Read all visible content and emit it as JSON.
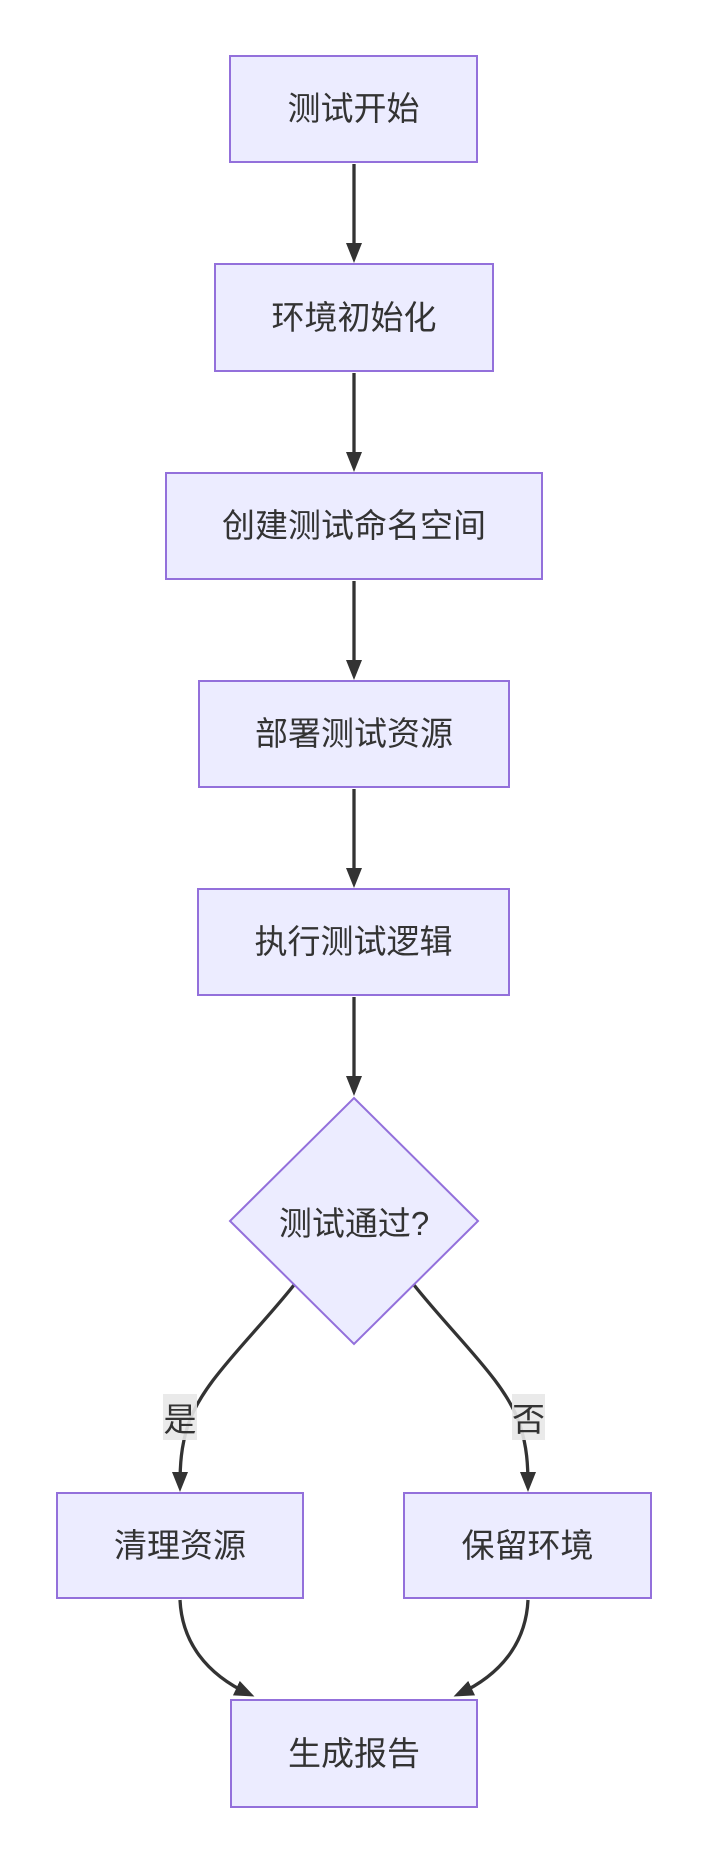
{
  "diagram": {
    "type": "flowchart",
    "direction": "top-down",
    "nodes": [
      {
        "id": "start",
        "label": "测试开始",
        "shape": "rect"
      },
      {
        "id": "init",
        "label": "环境初始化",
        "shape": "rect"
      },
      {
        "id": "namespace",
        "label": "创建测试命名空间",
        "shape": "rect"
      },
      {
        "id": "deploy",
        "label": "部署测试资源",
        "shape": "rect"
      },
      {
        "id": "run",
        "label": "执行测试逻辑",
        "shape": "rect"
      },
      {
        "id": "passed",
        "label": "测试通过?",
        "shape": "diamond"
      },
      {
        "id": "cleanup",
        "label": "清理资源",
        "shape": "rect"
      },
      {
        "id": "keep",
        "label": "保留环境",
        "shape": "rect"
      },
      {
        "id": "report",
        "label": "生成报告",
        "shape": "rect"
      }
    ],
    "edges": [
      {
        "from": "start",
        "to": "init",
        "label": ""
      },
      {
        "from": "init",
        "to": "namespace",
        "label": ""
      },
      {
        "from": "namespace",
        "to": "deploy",
        "label": ""
      },
      {
        "from": "deploy",
        "to": "run",
        "label": ""
      },
      {
        "from": "run",
        "to": "passed",
        "label": ""
      },
      {
        "from": "passed",
        "to": "cleanup",
        "label": "是"
      },
      {
        "from": "passed",
        "to": "keep",
        "label": "否"
      },
      {
        "from": "cleanup",
        "to": "report",
        "label": ""
      },
      {
        "from": "keep",
        "to": "report",
        "label": ""
      }
    ],
    "colors": {
      "node_fill": "#ECECFF",
      "node_border": "#9370DB",
      "edge_stroke": "#333333",
      "arrowhead": "#333333",
      "text": "#333333",
      "edge_label_bg": "#e8e8e8",
      "background": "#ffffff"
    }
  }
}
